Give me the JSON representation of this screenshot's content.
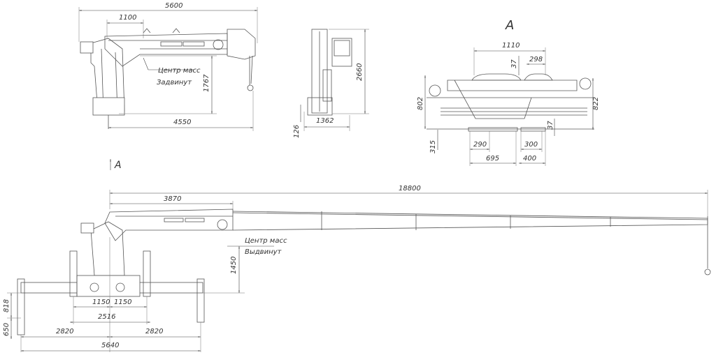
{
  "views": {
    "retracted_side": {
      "overall_length": "5600",
      "column_to_mark": "1100",
      "reach": "4550",
      "height": "1767",
      "mass_center_label": "Центр масс",
      "state_label": "Задвинут"
    },
    "front": {
      "height": "2660",
      "width": "1362",
      "base_offset": "126"
    },
    "view_a": {
      "title": "A",
      "width_top": "1110",
      "pad_width": "298",
      "gap_top": "37",
      "height_left": "802",
      "height_right": "822",
      "gap_bottom": "37",
      "base_offset": "315",
      "dim_290": "290",
      "dim_300": "300",
      "dim_695": "695",
      "dim_400": "400"
    },
    "extended_side": {
      "view_marker": "A",
      "max_reach": "18800",
      "first_section": "3870",
      "mass_center_label": "Центр масс",
      "state_label": "Выдвинут",
      "height": "1450",
      "outrigger_inner_left": "1150",
      "outrigger_inner_right": "1150",
      "inner_span": "2516",
      "outer_left": "2820",
      "outer_right": "2820",
      "outer_span": "5640",
      "leg_height": "818",
      "leg_stroke": "650"
    }
  }
}
